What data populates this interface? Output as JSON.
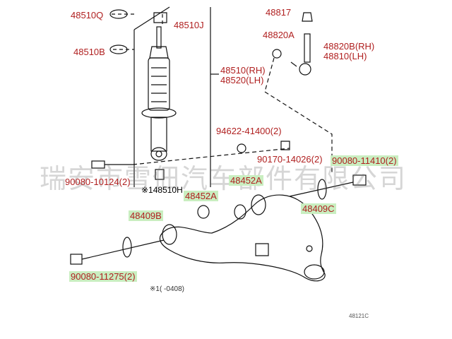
{
  "labels": {
    "p48510q": "48510Q",
    "p48510j": "48510J",
    "p48510b": "48510B",
    "p48510rh": "48510(RH)",
    "p48520lh": "48520(LH)",
    "p48817": "48817",
    "p48820a": "48820A",
    "p48820b": "48820B(RH)",
    "p48810": "48810(LH)",
    "p94622": "94622-41400(2)",
    "p90170": "90170-14026(2)",
    "p90080_10124": "90080-10124(2)",
    "p48510h": "※148510H",
    "p90080_11410": "90080-11410(2)",
    "p48452a_left": "48452A",
    "p48452a_right": "48452A",
    "p48409b": "48409B",
    "p48409c": "48409C",
    "p90080_11275": "90080-11275(2)",
    "note": "※1(      -0408)",
    "code": "48121C"
  },
  "watermark": "瑞安市雪佃汽车部件有限公司",
  "colors": {
    "label_red": "#b02020",
    "highlight": "#c9eec0",
    "line": "#111111"
  }
}
